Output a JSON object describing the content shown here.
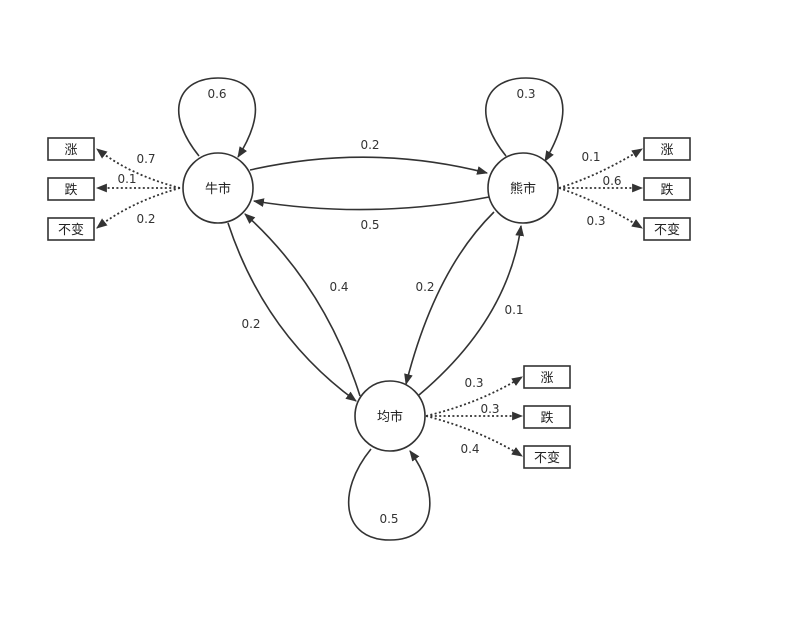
{
  "states": {
    "bull": "牛市",
    "bear": "熊市",
    "flat": "均市"
  },
  "observations": {
    "up": "涨",
    "down": "跌",
    "same": "不变"
  },
  "transitions": {
    "bull_bull": "0.6",
    "bull_bear": "0.2",
    "bull_flat": "0.2",
    "bear_bear": "0.3",
    "bear_bull": "0.5",
    "bear_flat": "0.2",
    "flat_flat": "0.5",
    "flat_bull": "0.4",
    "flat_bear": "0.1"
  },
  "emissions": {
    "bull": {
      "up": "0.7",
      "down": "0.1",
      "same": "0.2"
    },
    "bear": {
      "up": "0.1",
      "down": "0.6",
      "same": "0.3"
    },
    "flat": {
      "up": "0.3",
      "down": "0.3",
      "same": "0.4"
    }
  },
  "colors": {
    "stroke": "#333333",
    "background": "#ffffff"
  }
}
